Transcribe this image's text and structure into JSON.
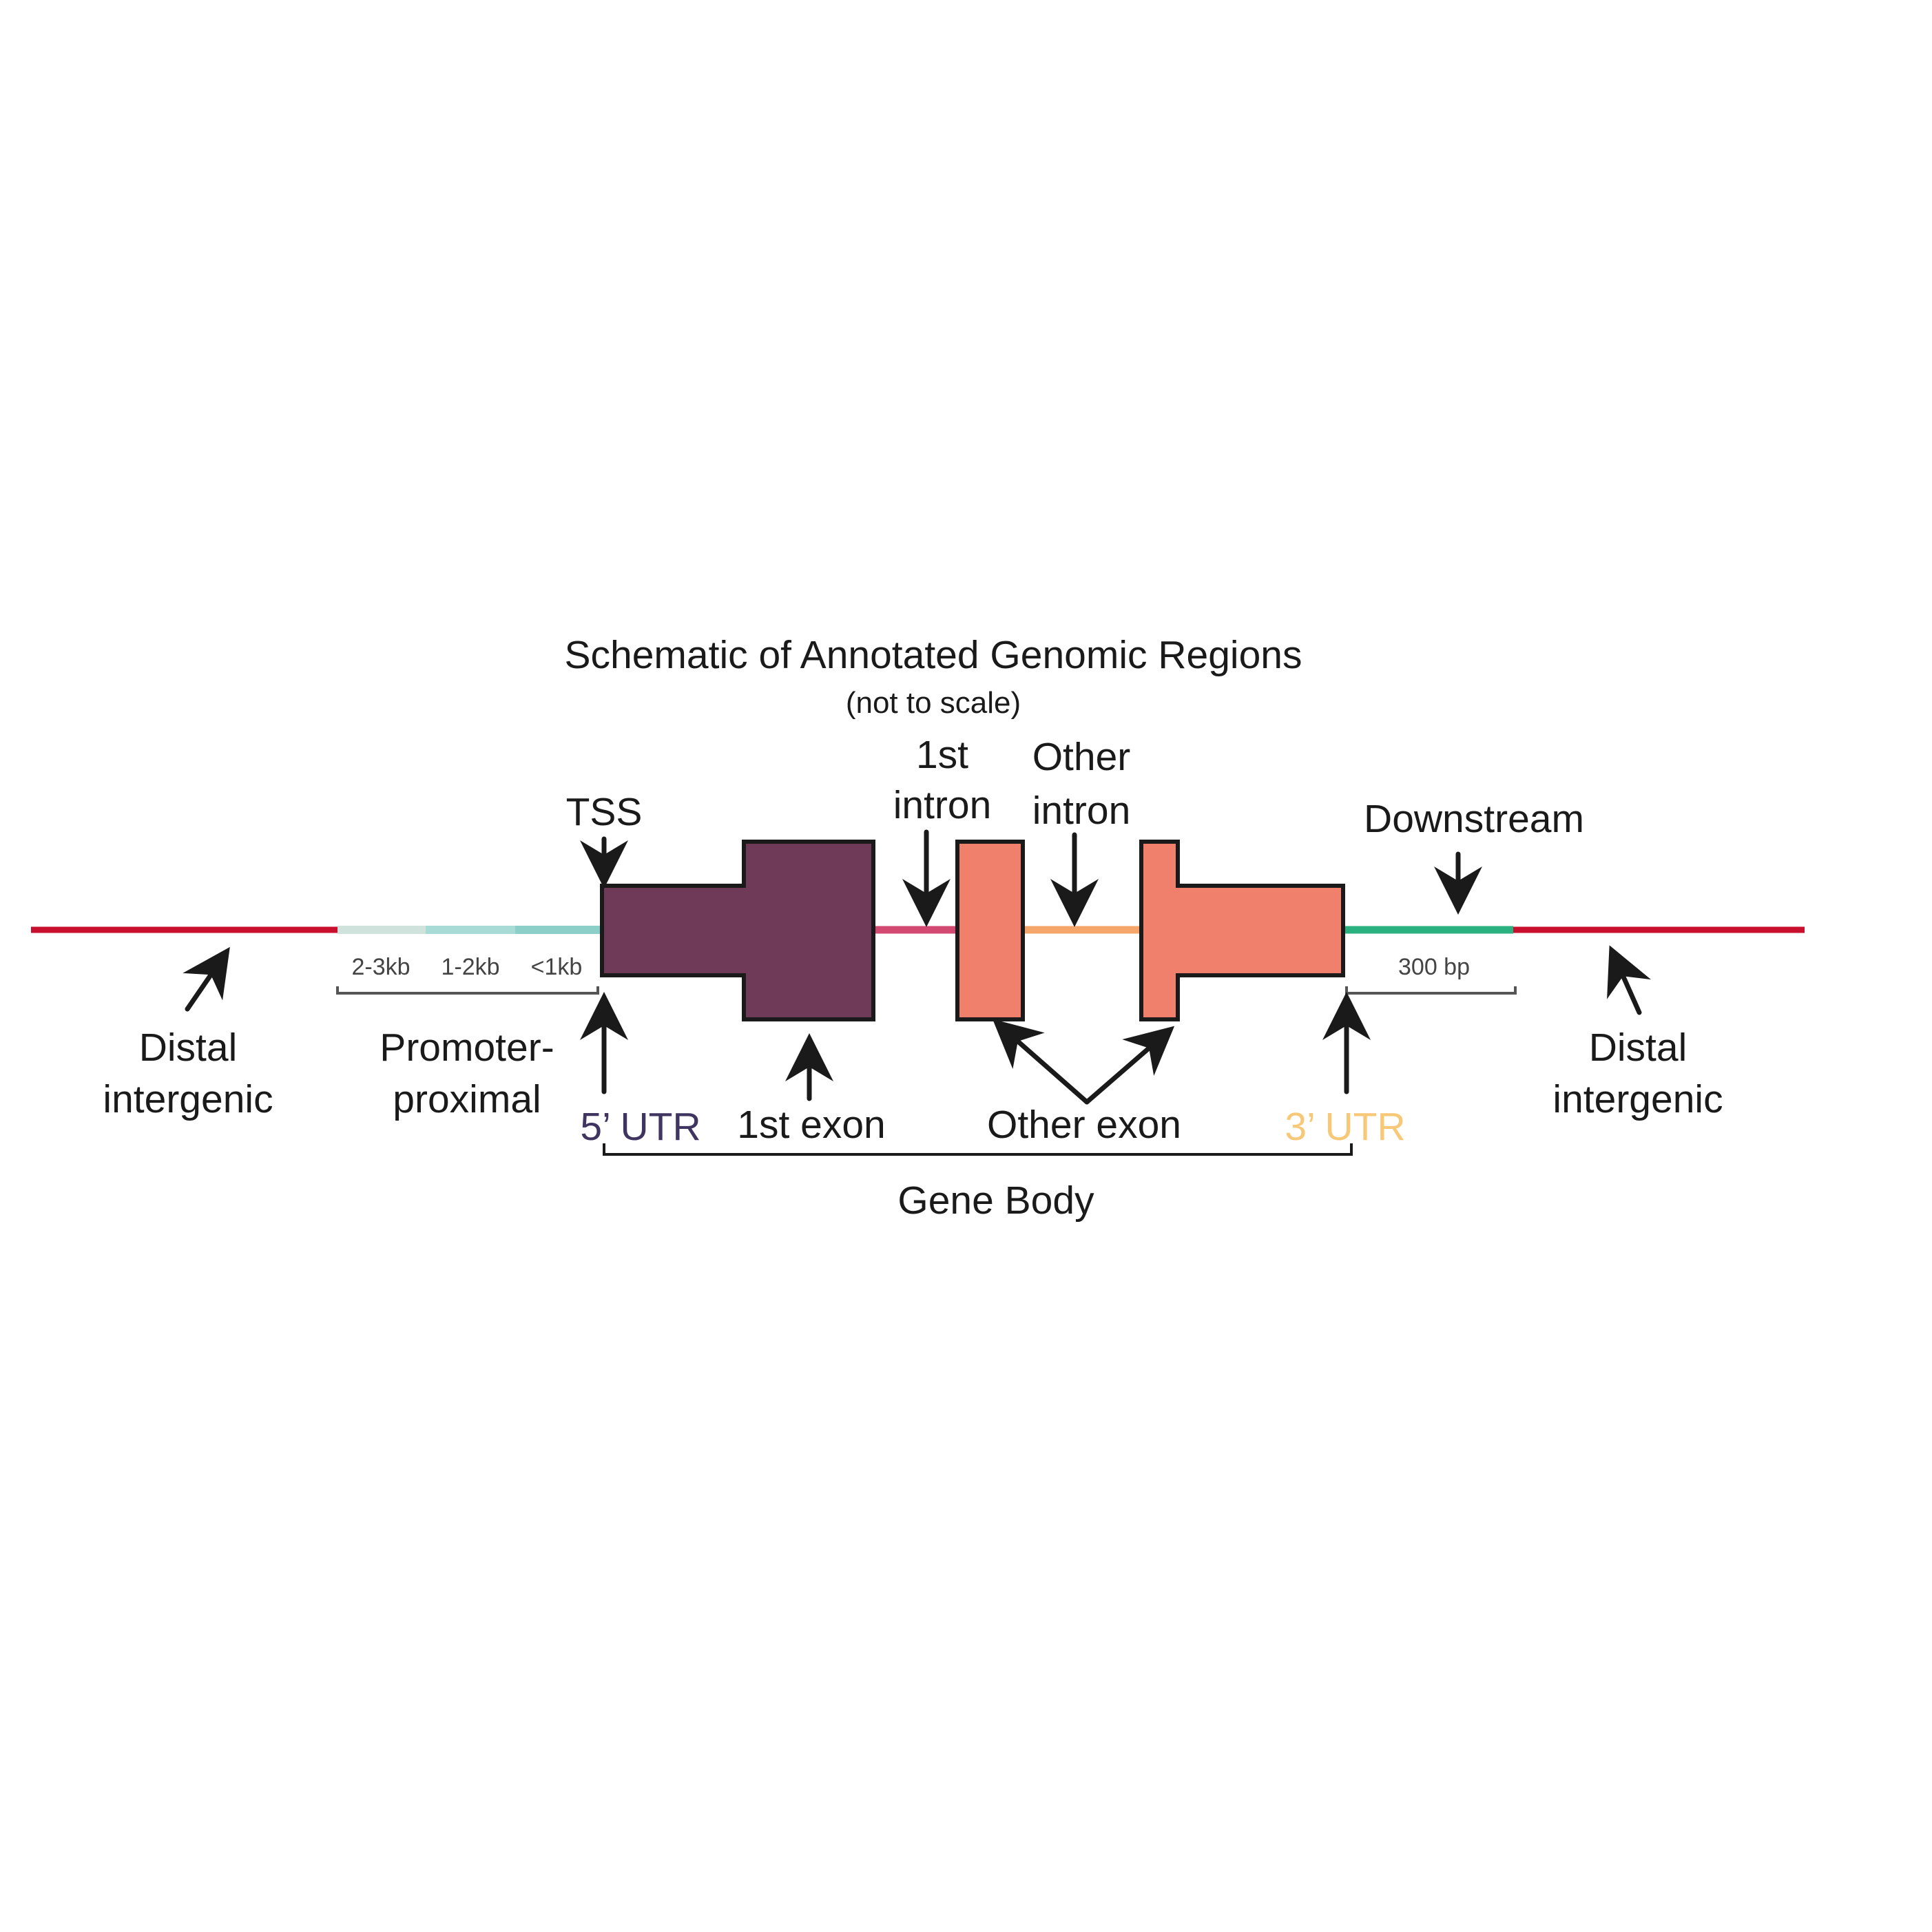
{
  "title": "Schematic of Annotated Genomic Regions",
  "subtitle": "(not to scale)",
  "labels": {
    "tss": "TSS",
    "first_intron_l1": "1st",
    "first_intron_l2": "intron",
    "other_intron_l1": "Other",
    "other_intron_l2": "intron",
    "downstream": "Downstream",
    "distal_left_l1": "Distal",
    "distal_left_l2": "intergenic",
    "distal_right_l1": "Distal",
    "distal_right_l2": "intergenic",
    "promoter_l1": "Promoter-",
    "promoter_l2": "proximal",
    "utr5": "5’ UTR",
    "first_exon": "1st exon",
    "other_exon": "Other exon",
    "utr3": "3’ UTR",
    "gene_body": "Gene Body"
  },
  "scale_labels": {
    "kb_2_3": "2-3kb",
    "kb_1_2": "1-2kb",
    "kb_lt1": "<1kb",
    "bp_300": "300 bp"
  },
  "colors": {
    "distal_intergenic": "#c8102e",
    "promoter_2_3kb": "#cfe3dc",
    "promoter_1_2kb": "#a9dbd6",
    "promoter_lt1kb": "#8ccfc9",
    "first_exon_fill": "#6e3a58",
    "first_intron": "#d24a72",
    "other_exon_fill": "#f07f6c",
    "other_intron": "#f5a66a",
    "downstream": "#2bb07f",
    "utr5_text": "#3f3560",
    "utr3_text": "#f7c877",
    "outline": "#1a1a1a"
  }
}
